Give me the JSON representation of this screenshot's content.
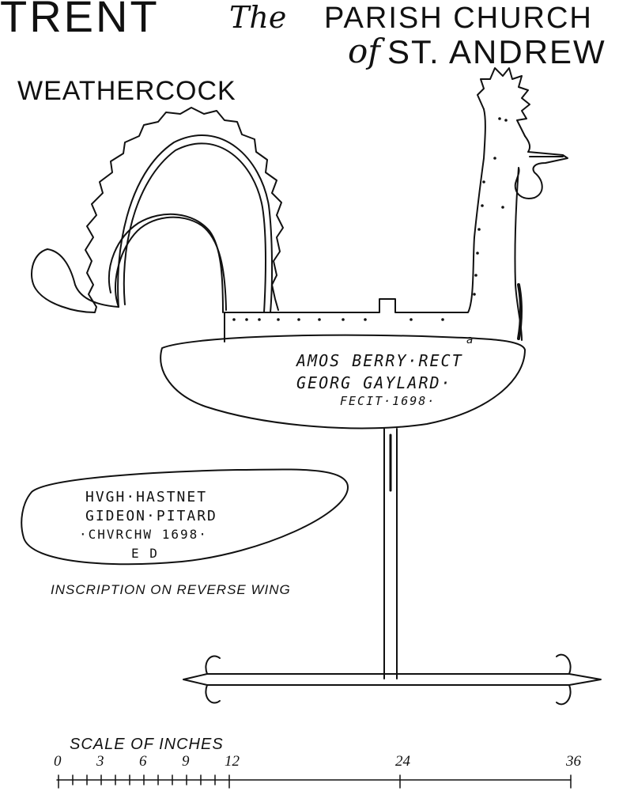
{
  "heading": {
    "trent": "TRENT",
    "the": "The",
    "parish_church": "PARISH CHURCH",
    "of": "of",
    "st_andrew": "ST. ANDREW",
    "subject": "WEATHERCOCK"
  },
  "wing_inscription": {
    "line1": "AMOS BERRY·RECT",
    "line2": "GEORG GAYLARD·",
    "line3": "FECIT·1698·",
    "mark": "a"
  },
  "reverse_inscription": {
    "line1": "HVGH·HASTNET",
    "line2": "GIDEON·PITARD",
    "line3": "·CHVRCHW 1698·",
    "line4": "E D"
  },
  "caption": "INSCRIPTION ON REVERSE WING",
  "scale": {
    "title": "SCALE OF INCHES",
    "labels": [
      "0",
      "3",
      "6",
      "9",
      "12",
      "24",
      "36"
    ]
  }
}
